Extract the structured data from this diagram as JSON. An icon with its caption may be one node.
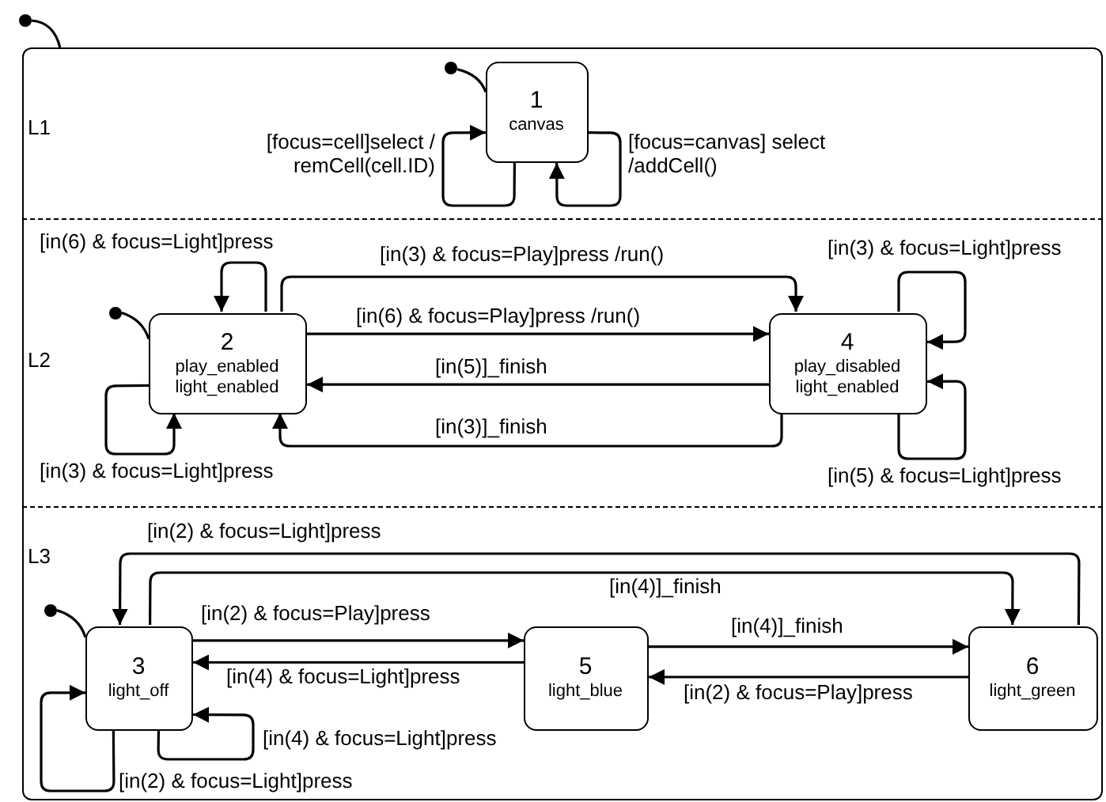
{
  "diagram": {
    "nodes": [
      {
        "text": [],
        "shape": "circle"
      },
      {
        "text": [],
        "shape": "box"
      },
      {
        "text": [
          "L1"
        ],
        "in": 1
      },
      {
        "text": [],
        "shape": "circle",
        "in": 2
      },
      {
        "text": [
          "1",
          "canvas"
        ],
        "in": 2
      },
      {
        "text": [
          "L2"
        ],
        "in": 1
      },
      {
        "text": [],
        "shape": "circle",
        "in": 5
      },
      {
        "text": [
          "2",
          "play_enabled",
          "light_enabled"
        ],
        "in": 5
      },
      {
        "text": [
          "4",
          "play_disabled",
          "light_enabled"
        ],
        "in": 5
      },
      {
        "text": [
          "L3"
        ],
        "in": 1
      },
      {
        "text": [],
        "shape": "circle",
        "in": 9
      },
      {
        "text": [
          "3",
          "light_off"
        ],
        "in": 9
      },
      {
        "text": [
          "5",
          "light_blue"
        ],
        "in": 9
      },
      {
        "text": [
          "6",
          "light_green"
        ],
        "in": 9
      }
    ],
    "edges": [
      {
        "from": 0,
        "to": 1,
        "arrow": "none"
      },
      {
        "from": 3,
        "to": 4,
        "arrow": "none"
      },
      {
        "from": 4,
        "to": 4,
        "arrow": "to",
        "label": "[focus=cell]select / remCell(cell.ID)"
      },
      {
        "from": 4,
        "to": 4,
        "arrow": "to",
        "label": "[focus=canvas] select /addCell()"
      },
      {
        "from": 6,
        "to": 7,
        "arrow": "none"
      },
      {
        "from": 7,
        "to": 7,
        "arrow": "to",
        "label": "[in(6) & focus=Light]press"
      },
      {
        "from": 7,
        "to": 8,
        "arrow": "to",
        "label": "[in(3) & focus=Play]press /run()"
      },
      {
        "from": 7,
        "to": 8,
        "arrow": "to",
        "label": "[in(6) & focus=Play]press /run()"
      },
      {
        "from": 8,
        "to": 7,
        "arrow": "to",
        "label": "[in(5)]_finish"
      },
      {
        "from": 8,
        "to": 7,
        "arrow": "to",
        "label": "[in(3)]_finish"
      },
      {
        "from": 7,
        "to": 7,
        "arrow": "to",
        "label": "[in(3) & focus=Light]press"
      },
      {
        "from": 8,
        "to": 8,
        "arrow": "to",
        "label": "[in(3) & focus=Light]press"
      },
      {
        "from": 8,
        "to": 8,
        "arrow": "to",
        "label": "[in(5) & focus=Light]press"
      },
      {
        "from": 10,
        "to": 11,
        "arrow": "none"
      },
      {
        "from": 13,
        "to": 11,
        "arrow": "to",
        "label": "[in(2) & focus=Light]press"
      },
      {
        "from": 11,
        "to": 13,
        "arrow": "to",
        "label": "[in(4)]_finish"
      },
      {
        "from": 11,
        "to": 12,
        "arrow": "to",
        "label": "[in(2) & focus=Play]press"
      },
      {
        "from": 12,
        "to": 11,
        "arrow": "to",
        "label": "[in(4) & focus=Light]press"
      },
      {
        "from": 12,
        "to": 13,
        "arrow": "to",
        "label": "[in(4)]_finish"
      },
      {
        "from": 13,
        "to": 12,
        "arrow": "to",
        "label": "[in(2) & focus=Play]press"
      },
      {
        "from": 11,
        "to": 11,
        "arrow": "to",
        "label": "[in(4) & focus=Light]press"
      },
      {
        "from": 11,
        "to": 11,
        "arrow": "to",
        "label": "[in(2) & focus=Light]press"
      }
    ]
  }
}
